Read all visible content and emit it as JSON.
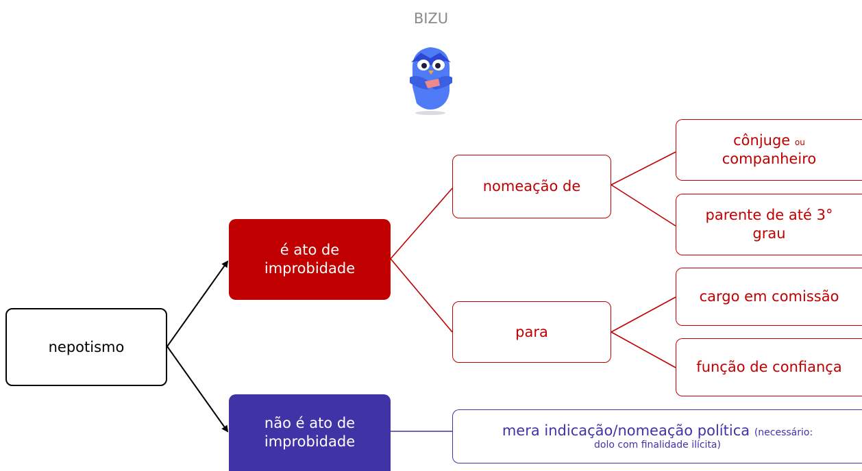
{
  "title": "BIZU",
  "mascot_icon": "owl-mascot-icon",
  "colors": {
    "red": "#c00000",
    "purple": "#3f33a6",
    "black": "#000000"
  },
  "nodes": {
    "root": "nepotismo",
    "yes": {
      "line1": "é ato de",
      "line2": "improbidade"
    },
    "nomeacao": "nomeação de",
    "para": "para",
    "conjuge": {
      "main": "cônjuge",
      "small": "ou",
      "line2": "companheiro"
    },
    "parente": {
      "line1": "parente de até 3°",
      "line2": "grau"
    },
    "cargo": "cargo em comissão",
    "funcao": "função de confiança",
    "no": {
      "line1": "não é ato de",
      "line2": "improbidade"
    },
    "mera": {
      "main": "mera indicação/nomeação política",
      "note1": "(necessário:",
      "note2": "dolo com finalidade ilícita)"
    }
  }
}
